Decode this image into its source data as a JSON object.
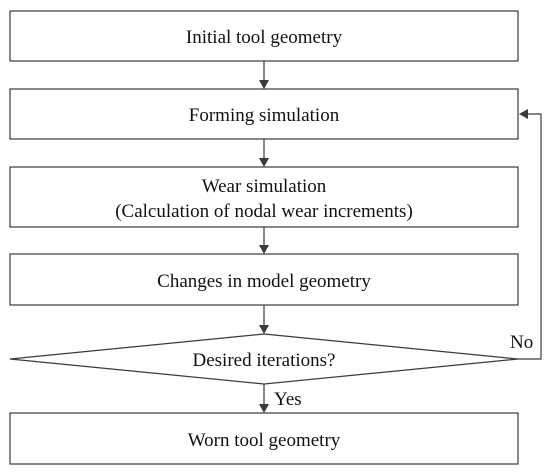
{
  "flowchart": {
    "steps": [
      {
        "label": "Initial tool geometry"
      },
      {
        "label": "Forming simulation"
      },
      {
        "label": "Wear simulation",
        "sublabel": "(Calculation of nodal wear increments)"
      },
      {
        "label": "Changes in model geometry"
      }
    ],
    "decision": {
      "label": "Desired iterations?"
    },
    "branches": {
      "no_label": "No",
      "yes_label": "Yes"
    },
    "final_step": {
      "label": "Worn tool geometry"
    }
  },
  "colors": {
    "stroke": "#3a3a3a",
    "text": "#111111",
    "background": "#ffffff"
  }
}
